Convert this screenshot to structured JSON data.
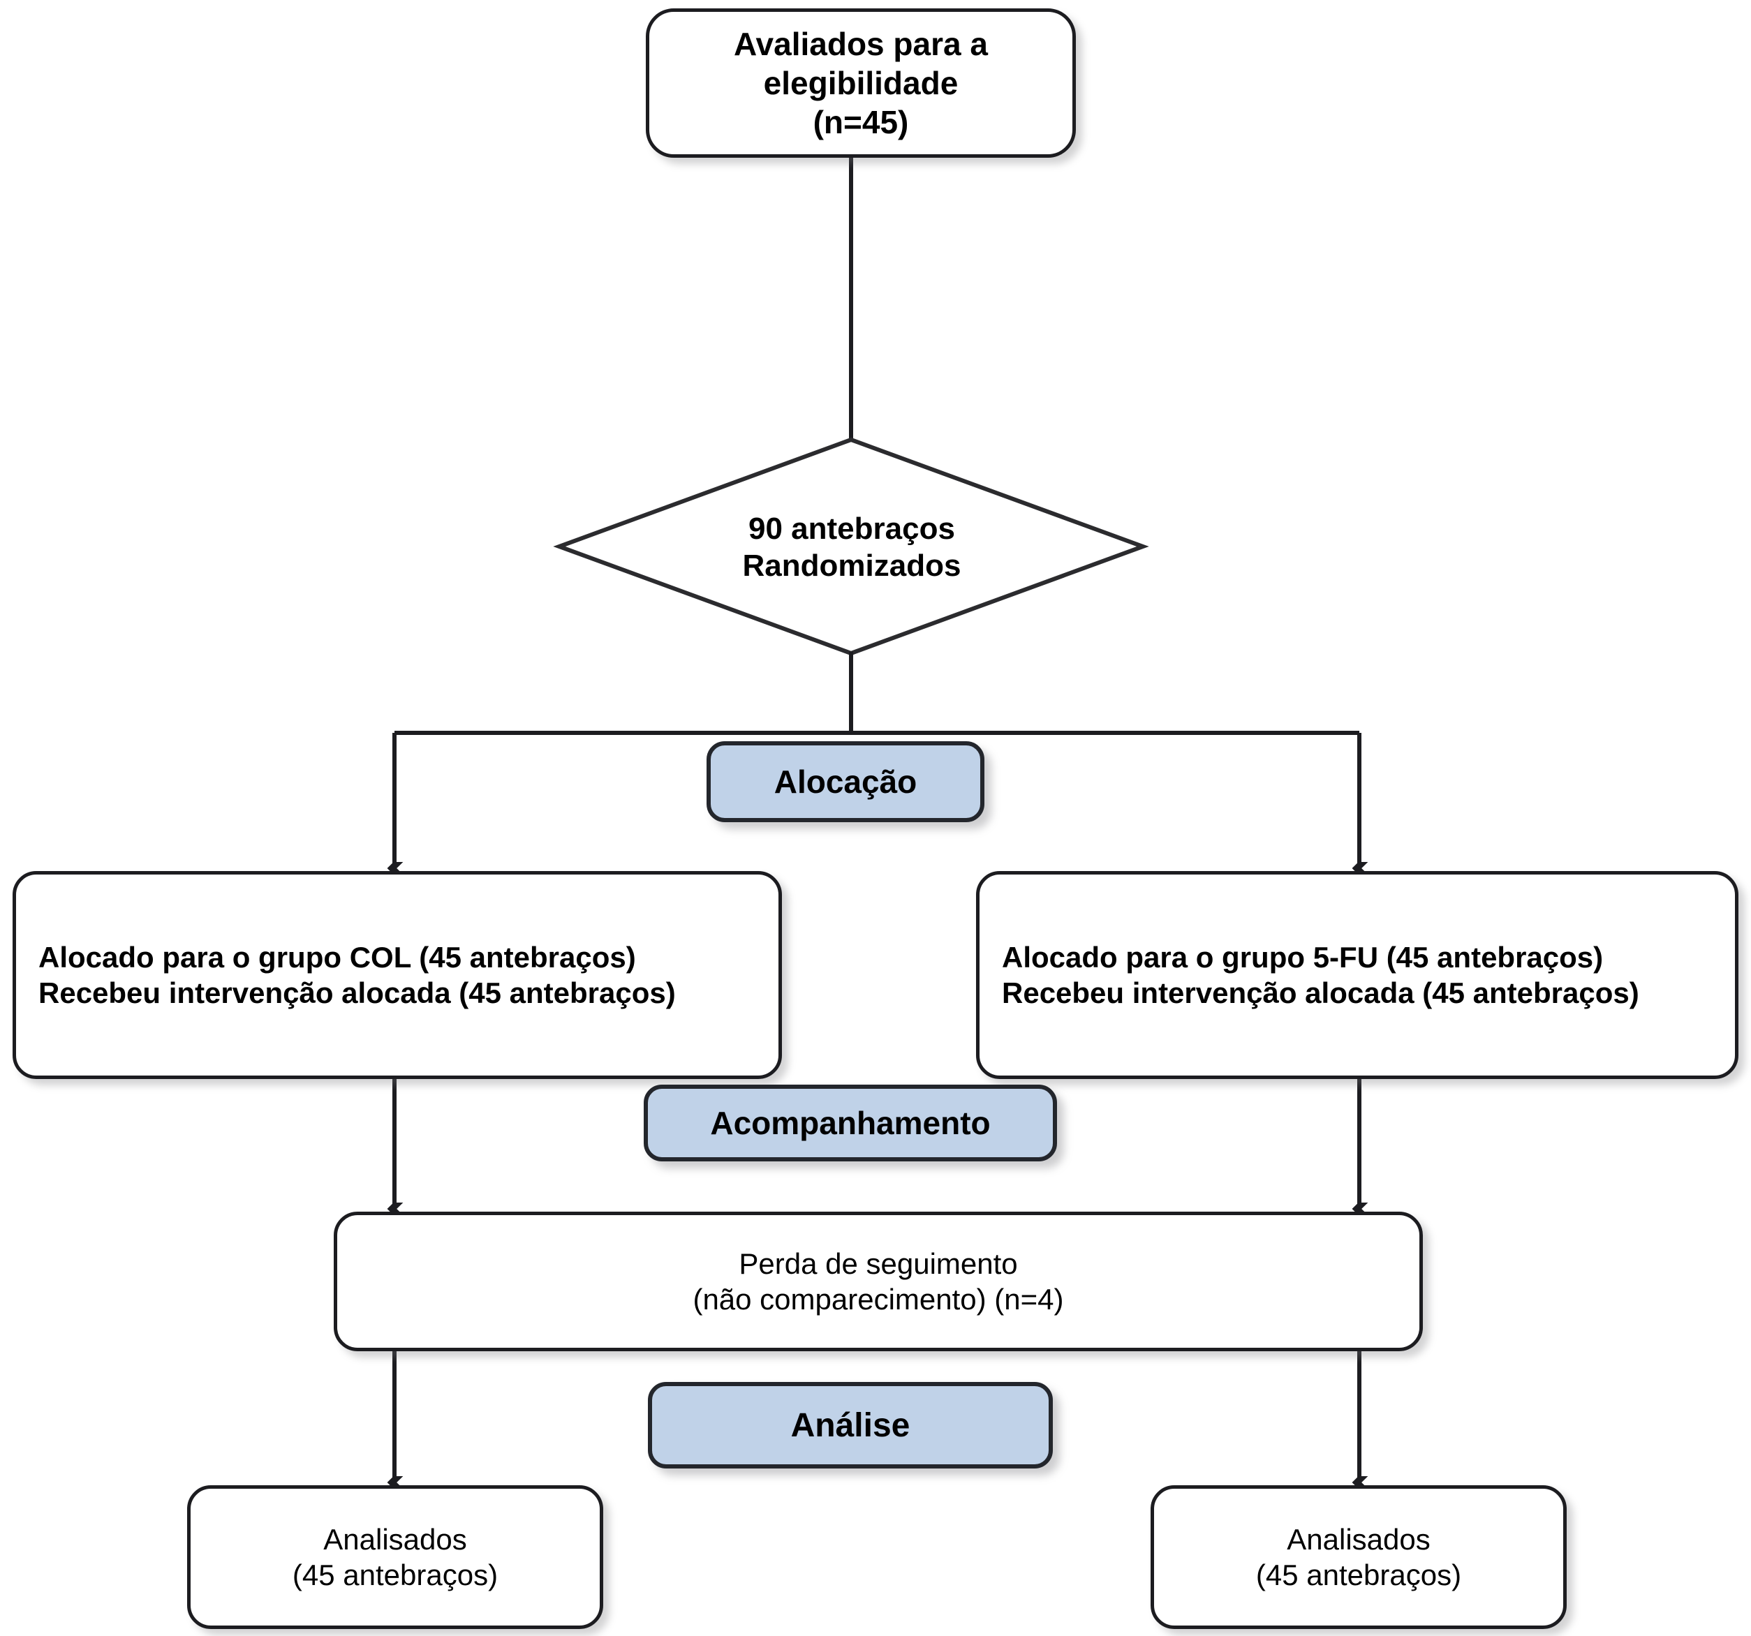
{
  "diagram": {
    "type": "consort-flow-diagram",
    "language": "pt-BR",
    "colors": {
      "stage_fill": "#c0d2e8",
      "stage_border": "#23262c",
      "node_border": "#1c1c20",
      "node_fill": "#ffffff",
      "text": "#000000"
    },
    "nodes": {
      "eligibility": {
        "line1": "Avaliados para a",
        "line2": "elegibilidade",
        "line3": "(n=45)"
      },
      "randomized": {
        "line1": "90 antebraços",
        "line2": "Randomizados"
      },
      "group_col": {
        "line1": "Alocado para o grupo COL (45 antebraços)",
        "line2": "Recebeu intervenção alocada (45 antebraços)"
      },
      "group_fu": {
        "line1": "Alocado para o grupo 5-FU (45 antebraços)",
        "line2": "Recebeu intervenção alocada (45 antebraços)"
      },
      "lost_followup": {
        "line1": "Perda de seguimento",
        "line2": "(não comparecimento) (n=4)"
      },
      "analysed_left": {
        "line1": "Analisados",
        "line2": "(45 antebraços)"
      },
      "analysed_right": {
        "line1": "Analisados",
        "line2": "(45 antebraços)"
      }
    },
    "stages": {
      "allocation": "Alocação",
      "followup": "Acompanhamento",
      "analysis": "Análise"
    }
  }
}
